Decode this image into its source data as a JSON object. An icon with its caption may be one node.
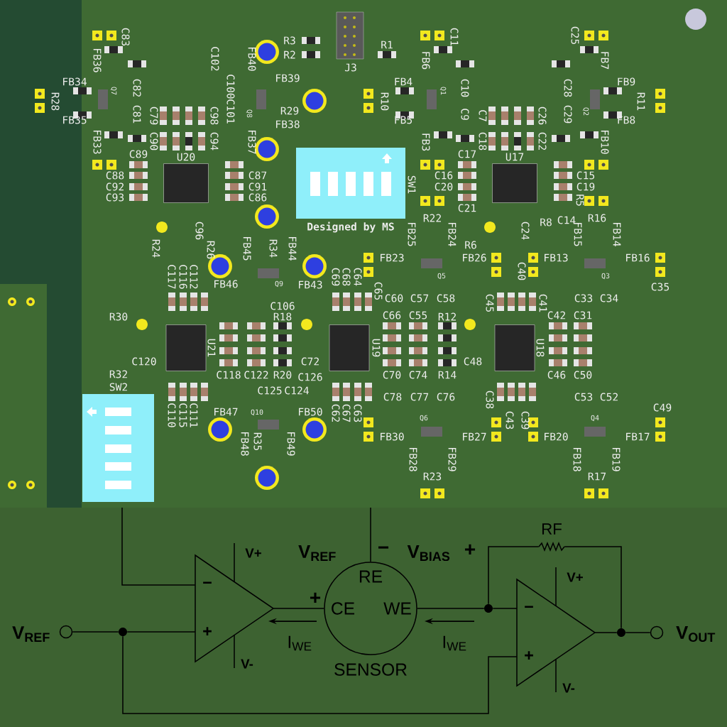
{
  "diagram": {
    "nodes": [
      {
        "text": [],
        "shape": "circle",
        "beside": [
          "V$_{REF}$"
        ]
      },
      {
        "text": [
          "−",
          "+"
        ],
        "beside": [
          "V+",
          "V-"
        ]
      },
      {
        "text": [
          "RE",
          "CE",
          "WE"
        ],
        "beside": [
          "SENSOR"
        ]
      },
      {
        "text": [
          "−",
          "+"
        ],
        "beside": [
          "V+",
          "V-"
        ]
      },
      {
        "text": [
          "RF"
        ]
      },
      {
        "text": [],
        "shape": "circle",
        "beside": [
          "V$_{OUT}$"
        ]
      },
      {
        "text": [],
        "shape": "dot"
      },
      {
        "text": [],
        "shape": "dot"
      },
      {
        "text": [],
        "shape": "dot"
      }
    ],
    "edges": [
      {
        "from": 0,
        "to": 6,
        "arrow": "none"
      },
      {
        "from": 6,
        "to": 1,
        "arrow": "none"
      },
      {
        "from": 6,
        "to": 3,
        "arrow": "none"
      },
      {
        "from": 1,
        "to": 2,
        "arrow": "none"
      },
      {
        "from": null,
        "to": 1,
        "arrow": "none"
      },
      {
        "from": null,
        "to": 2,
        "arrow": "none"
      },
      {
        "from": 2,
        "to": 7,
        "arrow": "none"
      },
      {
        "from": 7,
        "to": 3,
        "arrow": "none"
      },
      {
        "from": 7,
        "to": 4,
        "arrow": "none"
      },
      {
        "from": 4,
        "to": 8,
        "arrow": "none"
      },
      {
        "from": 3,
        "to": 8,
        "arrow": "none"
      },
      {
        "from": 8,
        "to": 5,
        "arrow": "none"
      }
    ],
    "labels": [
      "C83",
      "FB36",
      "FB34",
      "R28",
      "Q7",
      "C82",
      "C81",
      "FB35",
      "FB33",
      "C79",
      "C90",
      "C98",
      "C94",
      "C89",
      "U20",
      "C88",
      "C92",
      "C93",
      "C87",
      "C91",
      "C86",
      "C102",
      "FB40",
      "C100",
      "C101",
      "Q8",
      "FB39",
      "R29",
      "FB38",
      "FB37",
      "R3",
      "R2",
      "J3",
      "R1",
      "C11",
      "FB6",
      "FB4",
      "R10",
      "Q1",
      "C10",
      "C9",
      "FB5",
      "FB3",
      "C7",
      "C26",
      "C18",
      "C22",
      "C17",
      "U17",
      "C16",
      "C20",
      "C21",
      "SW1",
      "C25",
      "FB7",
      "FB9",
      "C28",
      "C29",
      "Q2",
      "R11",
      "FB8",
      "FB10",
      "C15",
      "C19",
      "R5",
      "R24",
      "C96",
      "R26",
      "FB45",
      "R34",
      "FB44",
      "Designed by MS",
      "FB25",
      "R22",
      "FB24",
      "R6",
      "C24",
      "R8",
      "C14",
      "FB15",
      "R16",
      "FB14",
      "C117",
      "C116",
      "C112",
      "FB46",
      "Q9",
      "FB43",
      "C69",
      "C68",
      "C64",
      "C65",
      "R30",
      "C106",
      "R18",
      "U21",
      "C120",
      "R32",
      "SW2",
      "C118",
      "C122",
      "R20",
      "C72",
      "C126",
      "C125",
      "C124",
      "C110",
      "C115",
      "C111",
      "FB47",
      "Q10",
      "FB50",
      "C62",
      "C67",
      "C63",
      "FB48",
      "R35",
      "FB49",
      "FB23",
      "FB26",
      "Q5",
      "C40",
      "FB13",
      "FB16",
      "Q3",
      "C60",
      "C57",
      "C58",
      "C45",
      "C41",
      "C33",
      "C34",
      "C35",
      "C66",
      "C55",
      "R12",
      "U19",
      "C42",
      "C31",
      "C48",
      "U18",
      "C70",
      "C74",
      "R14",
      "C46",
      "C50",
      "C78",
      "C77",
      "C76",
      "C38",
      "C53",
      "C52",
      "C49",
      "C43",
      "C39",
      "Q6",
      "Q4",
      "FB30",
      "FB27",
      "FB20",
      "FB17",
      "FB28",
      "FB29",
      "FB18",
      "FB19",
      "R23",
      "R17",
      "V$_{REF}$",
      "−",
      "V$_{BIAS}$",
      "+",
      "+",
      "I$_{WE}$",
      "I$_{WE}$"
    ]
  }
}
